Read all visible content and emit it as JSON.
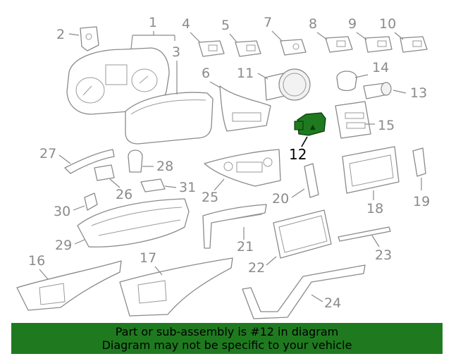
{
  "diagram": {
    "highlighted_part": "12",
    "highlight_color": "#1f7a1f",
    "callouts": {
      "c1": "1",
      "c2": "2",
      "c3": "3",
      "c4": "4",
      "c5": "5",
      "c6": "6",
      "c7": "7",
      "c8": "8",
      "c9": "9",
      "c10": "10",
      "c11": "11",
      "c12": "12",
      "c13": "13",
      "c14": "14",
      "c15": "15",
      "c16": "16",
      "c17": "17",
      "c18": "18",
      "c19": "19",
      "c20": "20",
      "c21": "21",
      "c22": "22",
      "c23": "23",
      "c24": "24",
      "c25": "25",
      "c26": "26",
      "c27": "27",
      "c28": "28",
      "c29": "29",
      "c30": "30",
      "c31": "31"
    },
    "button_icon_glyph": "▲"
  },
  "banner": {
    "line1": "Part or sub-assembly is #12 in diagram",
    "line2": "Diagram may not be specific to your vehicle",
    "background": "#1f7a1f"
  }
}
